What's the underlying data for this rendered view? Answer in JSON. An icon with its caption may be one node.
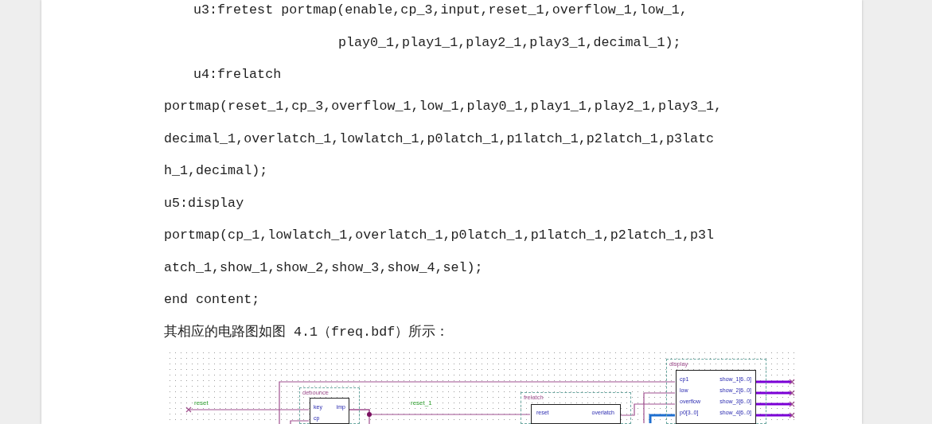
{
  "diagram": {
    "nodes": [
      {
        "text": [
          "debounce"
        ]
      },
      {
        "text": [
          "key",
          "cp",
          "imp"
        ],
        "in": 0
      },
      {
        "text": [
          "frelatch"
        ]
      },
      {
        "text": [
          "reset",
          "overlatch"
        ],
        "in": 2
      },
      {
        "text": [
          "display"
        ]
      },
      {
        "text": [
          "cp1",
          "low",
          "overflow",
          "p0[3..0]",
          "show_1[6..0]",
          "show_2[6..0]",
          "show_3[6..0]",
          "show_4[6..0]"
        ],
        "in": 4
      }
    ],
    "edges": [
      {
        "from": null,
        "to": 1,
        "arrow": "none",
        "label": "reset"
      },
      {
        "from": 1,
        "to": 3,
        "arrow": "none",
        "label": "reset_1"
      },
      {
        "from": 1,
        "to": null,
        "arrow": "none"
      },
      {
        "from": null,
        "to": 1,
        "arrow": "none"
      },
      {
        "from": null,
        "to": 5,
        "arrow": "none"
      },
      {
        "from": 3,
        "to": 5,
        "arrow": "none"
      },
      {
        "from": null,
        "to": 5,
        "arrow": "none"
      },
      {
        "from": null,
        "to": 5,
        "arrow": "none",
        "style": "thick",
        "color": "#1f6fd0"
      },
      {
        "from": 5,
        "to": null,
        "arrow": "none",
        "style": "thick",
        "color": "#7b00d6"
      },
      {
        "from": 5,
        "to": null,
        "arrow": "none",
        "style": "thick",
        "color": "#7b00d6"
      },
      {
        "from": 5,
        "to": null,
        "arrow": "none",
        "style": "thick",
        "color": "#7b00d6"
      },
      {
        "from": 5,
        "to": null,
        "arrow": "none",
        "style": "thick",
        "color": "#7b00d6"
      }
    ],
    "labels": [
      "u3:fretest portmap(enable,cp_3,input,reset_1,overflow_1,low_1,",
      "play0_1,play1_1,play2_1,play3_1,decimal_1);",
      "u4:frelatch",
      "portmap(reset_1,cp_3,overflow_1,low_1,play0_1,play1_1,play2_1,play3_1,",
      "decimal_1,overlatch_1,lowlatch_1,p0latch_1,p1latch_1,p2latch_1,p3latc",
      "h_1,decimal);",
      "u5:display",
      "portmap(cp_1,lowlatch_1,overlatch_1,p0latch_1,p1latch_1,p2latch_1,p3l",
      "atch_1,show_1,show_2,show_3,show_4,sel);",
      "end content;",
      "其相应的电路图如图 4.1（freq.bdf）所示："
    ]
  }
}
